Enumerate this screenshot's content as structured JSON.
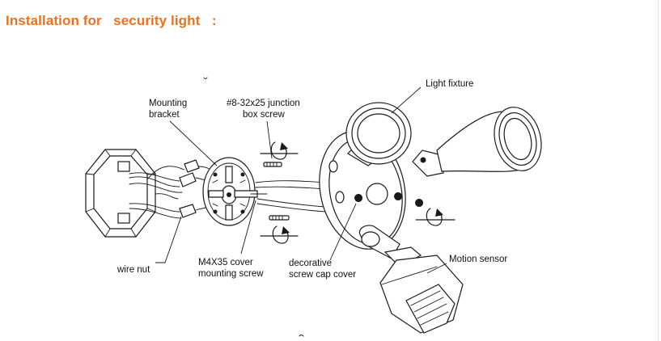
{
  "page": {
    "title": "Installation for   security light   :"
  },
  "labels": {
    "mounting_bracket_1": "Mounting",
    "mounting_bracket_2": "bracket",
    "junction_screw_1": "#8-32x25 junction",
    "junction_screw_2": "box screw",
    "light_fixture": "Light fixture",
    "wire_nut": "wire nut",
    "cover_screw_1": "M4X35 cover",
    "cover_screw_2": "mounting screw",
    "cap_cover_1": "decorative",
    "cap_cover_2": "screw cap cover",
    "motion_sensor": "Motion sensor"
  }
}
